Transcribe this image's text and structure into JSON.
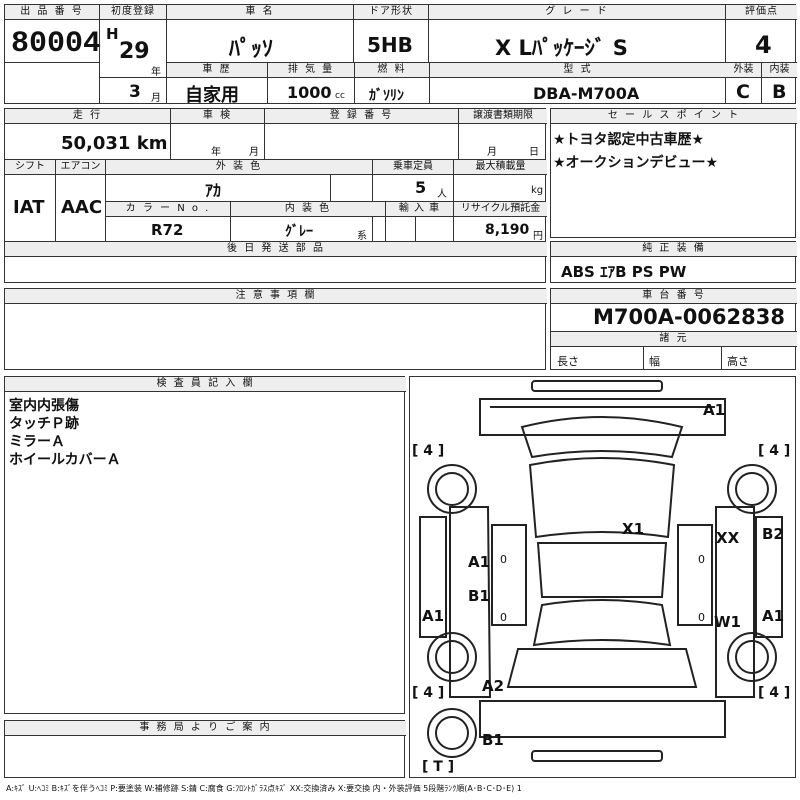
{
  "labels": {
    "lot_no": "出 品 番 号",
    "first_reg": "初度登録",
    "car_name": "車 名",
    "door": "ドア形状",
    "grade": "グ レ ー ド",
    "score": "評価点",
    "history": "車 歴",
    "displacement": "排 気 量",
    "fuel": "燃 料",
    "model": "型 式",
    "exterior": "外装",
    "interior": "内装",
    "mileage": "走 行",
    "inspection": "車 検",
    "reg_no": "登 録 番 号",
    "transfer": "譲渡書類期限",
    "sales": "セ ー ル ス ポ イ ン ト",
    "shift": "シフト",
    "aircon": "エアコン",
    "ext_color": "外 装 色",
    "capacity": "乗車定員",
    "max_load": "最大積載量",
    "color_no": "カ ラ ー  N o .",
    "int_color": "内 装 色",
    "import": "輸 入 車",
    "recycle": "リサイクル預託金",
    "later_parts": "後 日 発 送 部 品",
    "genuine": "純 正 装 備",
    "notes": "注 意 事 項 欄",
    "chassis": "車 台 番 号",
    "specs": "諸 元",
    "length": "長さ",
    "width": "幅",
    "height": "高さ",
    "inspector": "検 査 員 記 入 欄",
    "office": "事 務 局 よ り ご 案 内"
  },
  "lot_no": "80004",
  "era": "H",
  "year": "29",
  "year_unit": "年",
  "month": "3",
  "month_unit": "月",
  "car_name": "ﾊﾟｯｿ",
  "door": "5HB",
  "grade": "X Lﾊﾟｯｹｰｼﾞ S",
  "score": "4",
  "history": "自家用",
  "displacement": "1000",
  "cc": "cc",
  "fuel": "ｶﾞｿﾘﾝ",
  "model": "DBA-M700A",
  "exterior_grade": "C",
  "interior_grade": "B",
  "mileage": "50,031 km",
  "insp_year": "年",
  "insp_month": "月",
  "transfer_month": "月",
  "transfer_day": "日",
  "sales_points": [
    "★トヨタ認定中古車歴★",
    "★オークションデビュー★"
  ],
  "shift": "IAT",
  "aircon": "AAC",
  "ext_color": "ｱｶ",
  "capacity": "5",
  "capacity_unit": "人",
  "kg": "kg",
  "color_no": "R72",
  "int_color": "ｸﾞﾚｰ",
  "int_suffix": "系",
  "recycle": "8,190",
  "yen": "円",
  "equipment": "ABS ｴｱB PS PW",
  "chassis_no": "M700A-0062838",
  "inspector_notes": [
    "室内内張傷",
    "タッチＰ跡",
    "ミラーＡ",
    "ホイールカバーＡ"
  ],
  "diagram": {
    "marks": [
      "A1",
      "X1",
      "XX",
      "B2",
      "A1",
      "B1",
      "A1",
      "A1",
      "W1",
      "A2",
      "B1"
    ],
    "tires": [
      "[ 4 ]",
      "[ 4 ]",
      "[ 4 ]",
      "[ 4 ]"
    ],
    "zeros": [
      "0",
      "0",
      "0",
      "0"
    ],
    "trunk": "[ T ]"
  },
  "legend": "A:ｷｽﾞ  U:ﾍｺﾐ  B:ｷｽﾞを伴うﾍｺﾐ  P:要塗装  W:補修跡  S:錆  C:腐食  G:ﾌﾛﾝﾄｶﾞﾗｽ点ｷｽﾞ  XX:交換済み  X:要交換   内・外装評価  5段階ﾗﾝｸ順(A･B･C･D･E) 1"
}
